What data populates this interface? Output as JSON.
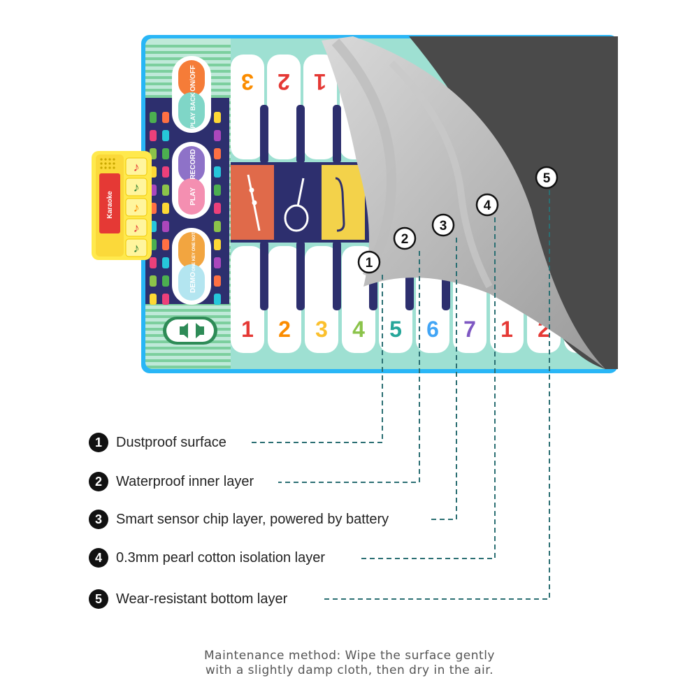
{
  "mat": {
    "buttons": [
      "ON/OFF",
      "PLAY BACK",
      "RECORD",
      "PLAY",
      "ONE KEY ONE NOTE",
      "DEMO"
    ],
    "key_numbers_top": [
      "3",
      "2",
      "1"
    ],
    "key_numbers_bottom": [
      "1",
      "2",
      "3",
      "4",
      "5",
      "6",
      "7",
      "1",
      "2"
    ],
    "key_colors": [
      "#e53935",
      "#fb8c00",
      "#fbc02d",
      "#8bc34a",
      "#26a69a",
      "#42a5f5",
      "#7e57c2",
      "#e53935",
      "#e53935"
    ],
    "instruments": [
      "recorder",
      "guitar",
      "saxophone"
    ],
    "module_brand": "Karaoke",
    "accent_colors": {
      "frame": "#29b6f6",
      "mat": "#9ee0d2",
      "panel": "#2d2f6e",
      "module": "#ffeb3b"
    }
  },
  "layers": [
    {
      "number": "1",
      "label": "Dustproof surface"
    },
    {
      "number": "2",
      "label": "Waterproof inner layer"
    },
    {
      "number": "3",
      "label": "Smart sensor chip layer, powered by battery"
    },
    {
      "number": "4",
      "label": "0.3mm pearl cotton isolation layer"
    },
    {
      "number": "5",
      "label": "Wear-resistant bottom layer"
    }
  ],
  "maintenance": {
    "line1": "Maintenance method: Wipe the surface gently",
    "line2": "with a slightly damp cloth, then dry in the air."
  }
}
